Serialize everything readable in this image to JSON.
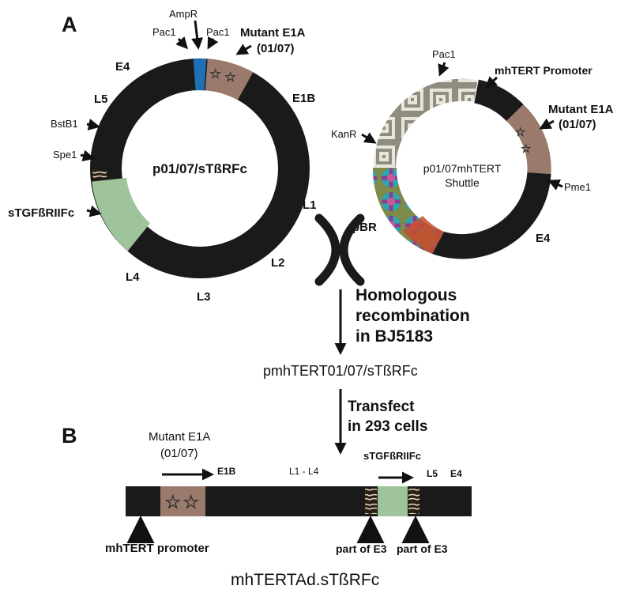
{
  "panel_a": {
    "letter": "A",
    "plasmid1": {
      "name": "p01/07/sTßRFc",
      "labels": {
        "ampr": "AmpR",
        "pac1_left": "Pac1",
        "pac1_right": "Pac1",
        "mutant_e1a": "Mutant E1A",
        "mutant_e1a_sub": "(01/07)",
        "e4": "E4",
        "e1b": "E1B",
        "l5": "L5",
        "bstb1": "BstB1",
        "spe1": "Spe1",
        "stgf": "sTGFßRIIFc",
        "l1": "L1",
        "l2": "L2",
        "l3": "L3",
        "l4": "L4"
      }
    },
    "plasmid2": {
      "name_line1": "p01/07mhTERT",
      "name_line2": "Shuttle",
      "labels": {
        "pac1": "Pac1",
        "mhtert_promoter": "mhTERT Promoter",
        "mutant_e1a": "Mutant E1A",
        "mutant_e1a_sub": "(01/07)",
        "kanr": "KanR",
        "pme1": "Pme1",
        "pbr": "pBR",
        "e4": "E4"
      }
    },
    "step1": {
      "line1": "Homologous",
      "line2": "recombination",
      "line3": "in BJ5183"
    },
    "product": "pmhTERT01/07/sTßRFc",
    "step2": {
      "line1": "Transfect",
      "line2": "in 293 cells"
    }
  },
  "panel_b": {
    "letter": "B",
    "mutant_e1a": "Mutant E1A",
    "mutant_e1a_sub": "(01/07)",
    "e1b": "E1B",
    "l1_l4": "L1 - L4",
    "stgf": "sTGFßRIIFc",
    "l5": "L5",
    "e4": "E4",
    "mhtert_promoter": "mhTERT promoter",
    "part_e3_left": "part of E3",
    "part_e3_right": "part of E3",
    "final_name": "mhTERTAd.sTßRFc"
  },
  "colors": {
    "ring_black": "#1a1a1a",
    "e1a_brown": "#9a7b6b",
    "ampr_blue": "#1f6fb5",
    "stgf_green": "#9fc39a",
    "white": "#ffffff"
  }
}
